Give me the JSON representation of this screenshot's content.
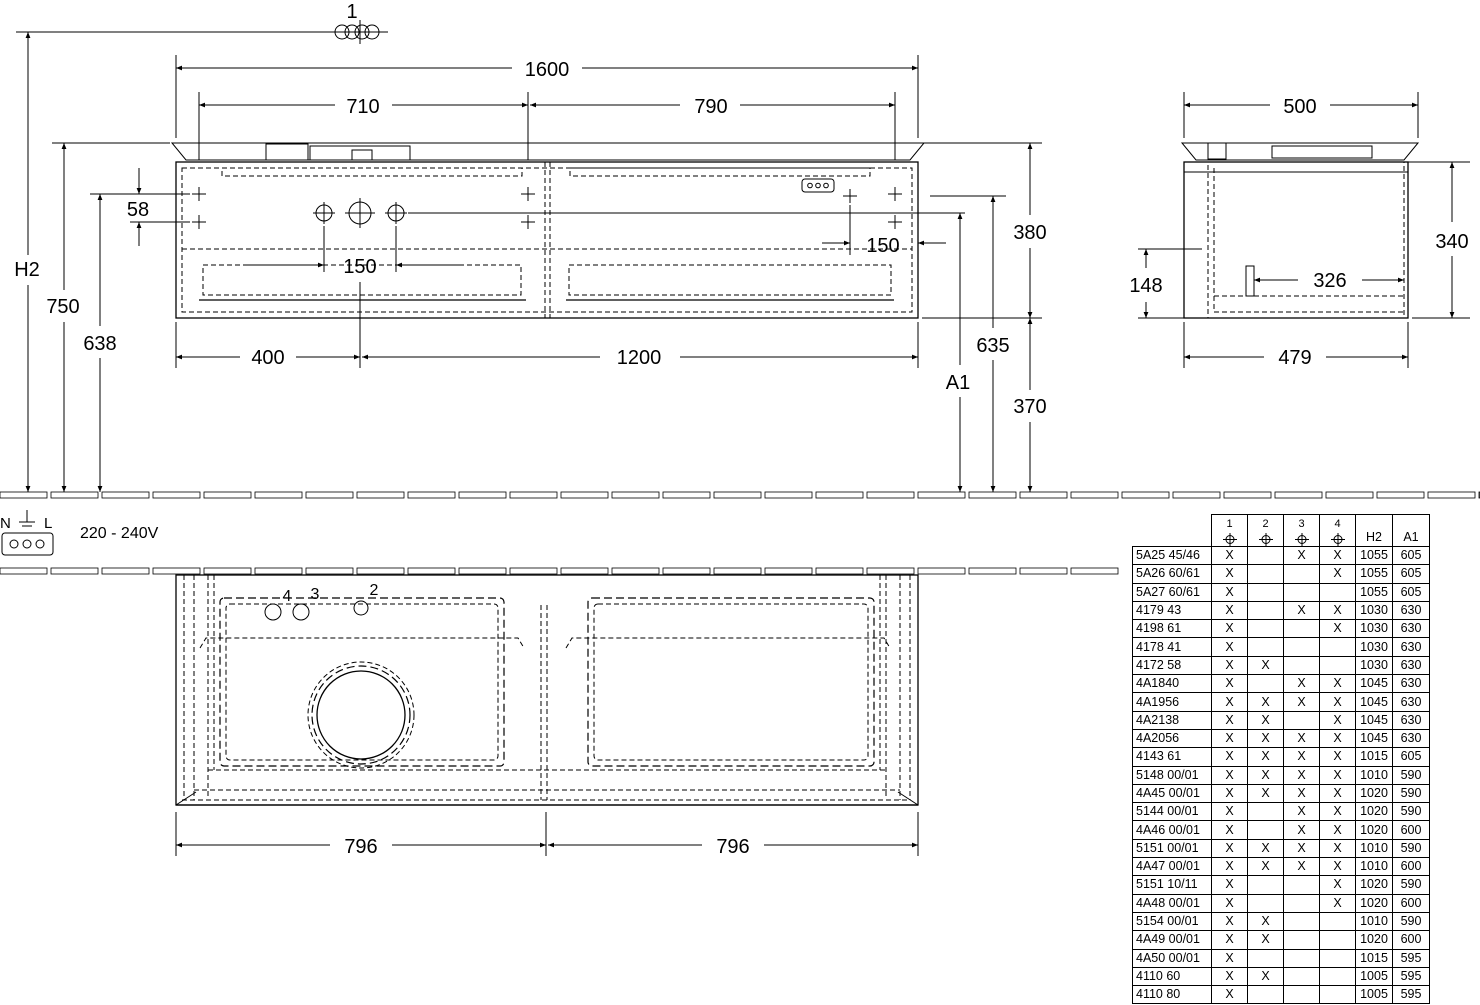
{
  "title_badge": "1",
  "dimensions": {
    "front_width": "1600",
    "left_span": "710",
    "right_span": "790",
    "hole_spacing_v": "58",
    "tap_spacing": "150",
    "socket_offset": "150",
    "left_offset": "400",
    "right_offset": "1200",
    "h2": "H2",
    "h750": "750",
    "h638": "638",
    "a1": "A1",
    "h635": "635",
    "h380": "380",
    "h370": "370",
    "side_depth": "500",
    "side_height": "340",
    "side_inner": "326",
    "side_148": "148",
    "side_479": "479",
    "plan_left": "796",
    "plan_right": "796"
  },
  "electrical": {
    "n": "N",
    "l": "L",
    "voltage": "220 - 240V"
  },
  "plan_labels": {
    "p4": "4",
    "p3": "3",
    "p2": "2"
  },
  "table": {
    "headers": [
      "1",
      "2",
      "3",
      "4",
      "H2",
      "A1"
    ],
    "rows": [
      [
        "5A25 45/46",
        "X",
        "",
        "X",
        "X",
        "1055",
        "605"
      ],
      [
        "5A26 60/61",
        "X",
        "",
        "",
        "X",
        "1055",
        "605"
      ],
      [
        "5A27 60/61",
        "X",
        "",
        "",
        "",
        "1055",
        "605"
      ],
      [
        "4179 43",
        "X",
        "",
        "X",
        "X",
        "1030",
        "630"
      ],
      [
        "4198 61",
        "X",
        "",
        "",
        "X",
        "1030",
        "630"
      ],
      [
        "4178 41",
        "X",
        "",
        "",
        "",
        "1030",
        "630"
      ],
      [
        "4172 58",
        "X",
        "X",
        "",
        "",
        "1030",
        "630"
      ],
      [
        "4A1840",
        "X",
        "",
        "X",
        "X",
        "1045",
        "630"
      ],
      [
        "4A1956",
        "X",
        "X",
        "X",
        "X",
        "1045",
        "630"
      ],
      [
        "4A2138",
        "X",
        "X",
        "",
        "X",
        "1045",
        "630"
      ],
      [
        "4A2056",
        "X",
        "X",
        "X",
        "X",
        "1045",
        "630"
      ],
      [
        "4143 61",
        "X",
        "X",
        "X",
        "X",
        "1015",
        "605"
      ],
      [
        "5148 00/01",
        "X",
        "X",
        "X",
        "X",
        "1010",
        "590"
      ],
      [
        "4A45 00/01",
        "X",
        "X",
        "X",
        "X",
        "1020",
        "590"
      ],
      [
        "5144 00/01",
        "X",
        "",
        "X",
        "X",
        "1020",
        "590"
      ],
      [
        "4A46 00/01",
        "X",
        "",
        "X",
        "X",
        "1020",
        "600"
      ],
      [
        "5151 00/01",
        "X",
        "X",
        "X",
        "X",
        "1010",
        "590"
      ],
      [
        "4A47 00/01",
        "X",
        "X",
        "X",
        "X",
        "1010",
        "600"
      ],
      [
        "5151 10/11",
        "X",
        "",
        "",
        "X",
        "1020",
        "590"
      ],
      [
        "4A48 00/01",
        "X",
        "",
        "",
        "X",
        "1020",
        "600"
      ],
      [
        "5154 00/01",
        "X",
        "X",
        "",
        "",
        "1010",
        "590"
      ],
      [
        "4A49 00/01",
        "X",
        "X",
        "",
        "",
        "1020",
        "600"
      ],
      [
        "4A50 00/01",
        "X",
        "",
        "",
        "",
        "1015",
        "595"
      ],
      [
        "4110 60",
        "X",
        "X",
        "",
        "",
        "1005",
        "595"
      ],
      [
        "4110 80",
        "X",
        "",
        "",
        "",
        "1005",
        "595"
      ]
    ]
  }
}
